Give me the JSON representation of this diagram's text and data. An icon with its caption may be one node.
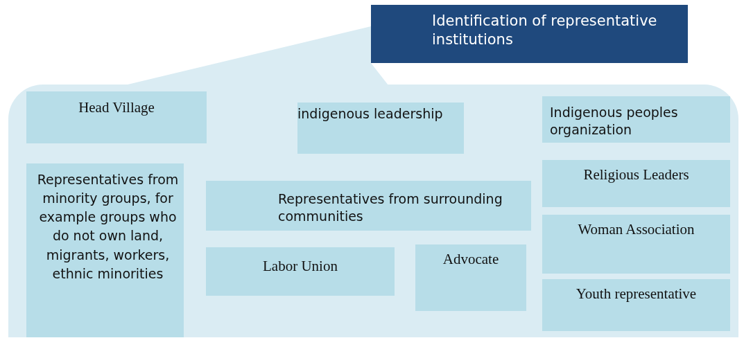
{
  "diagram": {
    "nodes": [
      {
        "text": [
          "Identification of representative institutions"
        ]
      },
      {
        "text": [],
        "shape": "callout"
      },
      {
        "text": [
          "Head Village"
        ],
        "in": 1
      },
      {
        "text": [
          "indigenous leadership"
        ],
        "in": 1
      },
      {
        "text": [
          "Indigenous peoples organization"
        ],
        "in": 1
      },
      {
        "text": [
          "Representatives from minority groups, for example groups who do not own land, migrants, workers, ethnic minorities"
        ],
        "in": 1
      },
      {
        "text": [
          "Representatives from surrounding communities"
        ],
        "in": 1
      },
      {
        "text": [
          "Religious Leaders"
        ],
        "in": 1
      },
      {
        "text": [
          "Woman Association"
        ],
        "in": 1
      },
      {
        "text": [
          "Labor Union"
        ],
        "in": 1
      },
      {
        "text": [
          "Advocate"
        ],
        "in": 1
      },
      {
        "text": [
          "Youth representative"
        ],
        "in": 1
      }
    ]
  }
}
